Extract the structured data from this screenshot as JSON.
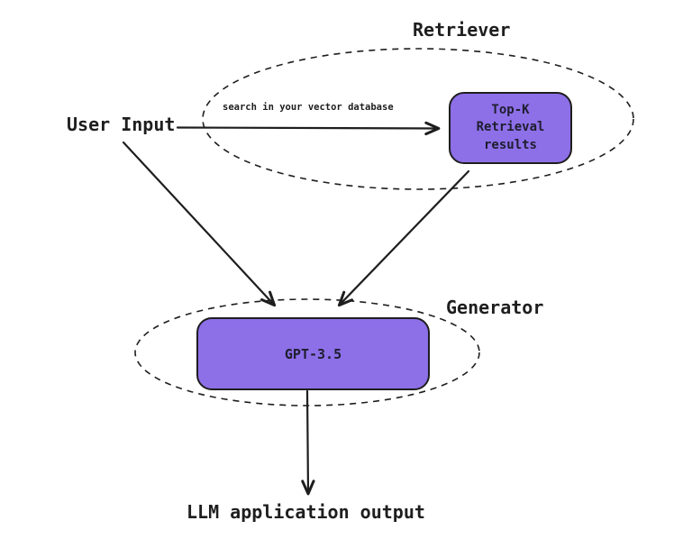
{
  "colors": {
    "fill": "#8d6fe8",
    "stroke": "#1e1e1e",
    "bg": "#ffffff",
    "text": "#1e1e2e"
  },
  "labels": {
    "user_input": "User Input",
    "retriever_group": "Retriever",
    "generator_group": "Generator",
    "search_edge": "search in your vector database",
    "topk_node": "Top-K\nRetrieval\nresults",
    "gpt_node": "GPT-3.5",
    "output": "LLM application output"
  },
  "groups": [
    {
      "title": "Retriever",
      "contains": [
        "search in your vector database",
        "Top-K Retrieval results"
      ]
    },
    {
      "title": "Generator",
      "contains": [
        "GPT-3.5"
      ]
    }
  ],
  "edges": [
    {
      "from": "User Input",
      "to": "Top-K Retrieval results",
      "label": "search in your vector database"
    },
    {
      "from": "User Input",
      "to": "GPT-3.5",
      "label": ""
    },
    {
      "from": "Top-K Retrieval results",
      "to": "GPT-3.5",
      "label": ""
    },
    {
      "from": "GPT-3.5",
      "to": "LLM application output",
      "label": ""
    }
  ]
}
